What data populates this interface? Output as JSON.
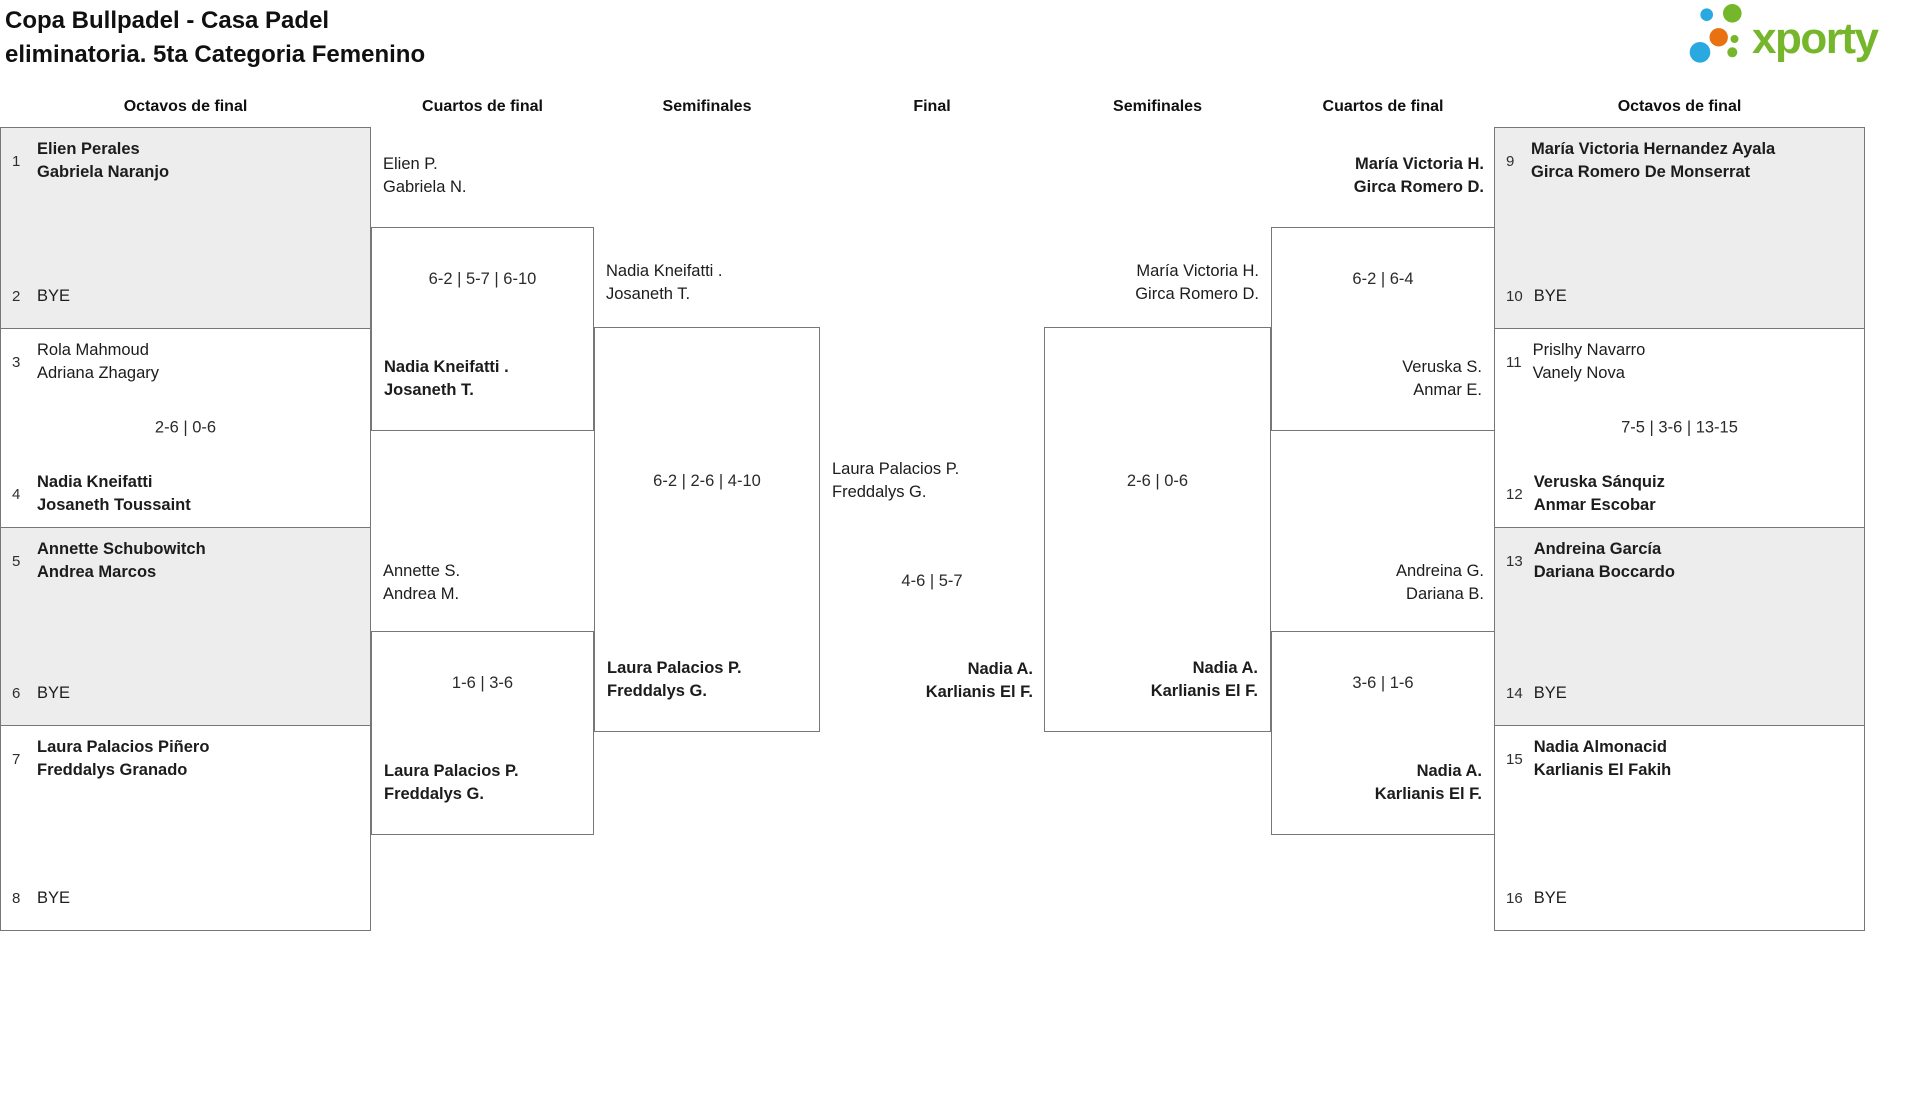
{
  "title": {
    "line1": "Copa Bullpadel - Casa Padel",
    "line2": "eliminatoria. 5ta Categoria Femenino"
  },
  "brand": {
    "name": "xporty"
  },
  "colors": {
    "logo_green": "#76b62a",
    "logo_blue": "#2aa9e0",
    "logo_orange": "#e87211"
  },
  "headers": [
    "Octavos de final",
    "Cuartos de final",
    "Semifinales",
    "Final",
    "Semifinales",
    "Cuartos de final",
    "Octavos de final"
  ],
  "octavos_left": {
    "m1": {
      "seed_top": "1",
      "top1": "Elien Perales",
      "top2": "Gabriela Naranjo",
      "seed_bot": "2",
      "bot_bye": "BYE"
    },
    "m2": {
      "seed_top": "3",
      "top1": "Rola Mahmoud",
      "top2": "Adriana Zhagary",
      "score": "2-6 | 0-6",
      "seed_bot": "4",
      "bot1": "Nadia Kneifatti",
      "bot2": "Josaneth Toussaint"
    },
    "m3": {
      "seed_top": "5",
      "top1": "Annette Schubowitch",
      "top2": "Andrea Marcos",
      "seed_bot": "6",
      "bot_bye": "BYE"
    },
    "m4": {
      "seed_top": "7",
      "top1": "Laura Palacios Piñero",
      "top2": "Freddalys Granado",
      "seed_bot": "8",
      "bot_bye": "BYE"
    }
  },
  "cuartos_left": {
    "q1": {
      "top1": "Elien P.",
      "top2": "Gabriela N.",
      "score": "6-2 | 5-7 | 6-10",
      "win1": "Nadia Kneifatti .",
      "win2": "Josaneth T."
    },
    "q2": {
      "top1": "Annette S.",
      "top2": "Andrea M.",
      "score": "1-6 | 3-6",
      "win1": "Laura Palacios P.",
      "win2": "Freddalys G."
    }
  },
  "semi_left": {
    "top1": "Nadia Kneifatti .",
    "top2": "Josaneth T.",
    "score": "6-2 | 2-6 | 4-10",
    "win1": "Laura Palacios P.",
    "win2": "Freddalys G."
  },
  "final": {
    "left1": "Laura Palacios P.",
    "left2": "Freddalys G.",
    "score": "4-6 | 5-7",
    "win1": "Nadia A.",
    "win2": "Karlianis El F."
  },
  "semi_right": {
    "top1": "María Victoria H.",
    "top2": "Girca Romero D.",
    "score": "2-6 | 0-6",
    "win1": "Nadia A.",
    "win2": "Karlianis El F."
  },
  "cuartos_right": {
    "q3": {
      "win1": "María Victoria H.",
      "win2": "Girca Romero D.",
      "score": "6-2 | 6-4",
      "bot1": "Veruska S.",
      "bot2": "Anmar E."
    },
    "q4": {
      "top1": "Andreina G.",
      "top2": "Dariana B.",
      "score": "3-6 | 1-6",
      "win1": "Nadia A.",
      "win2": "Karlianis El F."
    }
  },
  "octavos_right": {
    "m5": {
      "seed_top": "9",
      "top1": "María Victoria Hernandez Ayala",
      "top2": "Girca Romero De Monserrat",
      "seed_bot": "10",
      "bot_bye": "BYE"
    },
    "m6": {
      "seed_top": "11",
      "top1": "Prislhy Navarro",
      "top2": "Vanely Nova",
      "score": "7-5 | 3-6 | 13-15",
      "seed_bot": "12",
      "bot1": "Veruska Sánquiz",
      "bot2": "Anmar Escobar"
    },
    "m7": {
      "seed_top": "13",
      "top1": "Andreina García",
      "top2": "Dariana Boccardo",
      "seed_bot": "14",
      "bot_bye": "BYE"
    },
    "m8": {
      "seed_top": "15",
      "top1": "Nadia Almonacid",
      "top2": "Karlianis El Fakih",
      "seed_bot": "16",
      "bot_bye": "BYE"
    }
  }
}
